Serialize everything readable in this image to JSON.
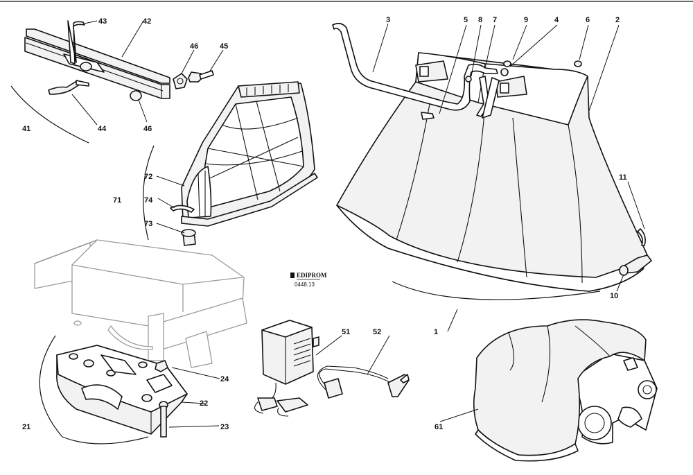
{
  "callouts": {
    "c1": "1",
    "c2": "2",
    "c3": "3",
    "c4": "4",
    "c5": "5",
    "c6": "6",
    "c7": "7",
    "c8": "8",
    "c9": "9",
    "c10": "10",
    "c11": "11",
    "c21": "21",
    "c22": "22",
    "c23": "23",
    "c24": "24",
    "c41": "41",
    "c42": "42",
    "c43": "43",
    "c44": "44",
    "c45": "45",
    "c46a": "46",
    "c46b": "46",
    "c51": "51",
    "c52": "52",
    "c61": "61",
    "c71": "71",
    "c72": "72",
    "c73": "73",
    "c74": "74"
  },
  "logo": {
    "brand": "EDIPROM",
    "code": "0448.13"
  }
}
